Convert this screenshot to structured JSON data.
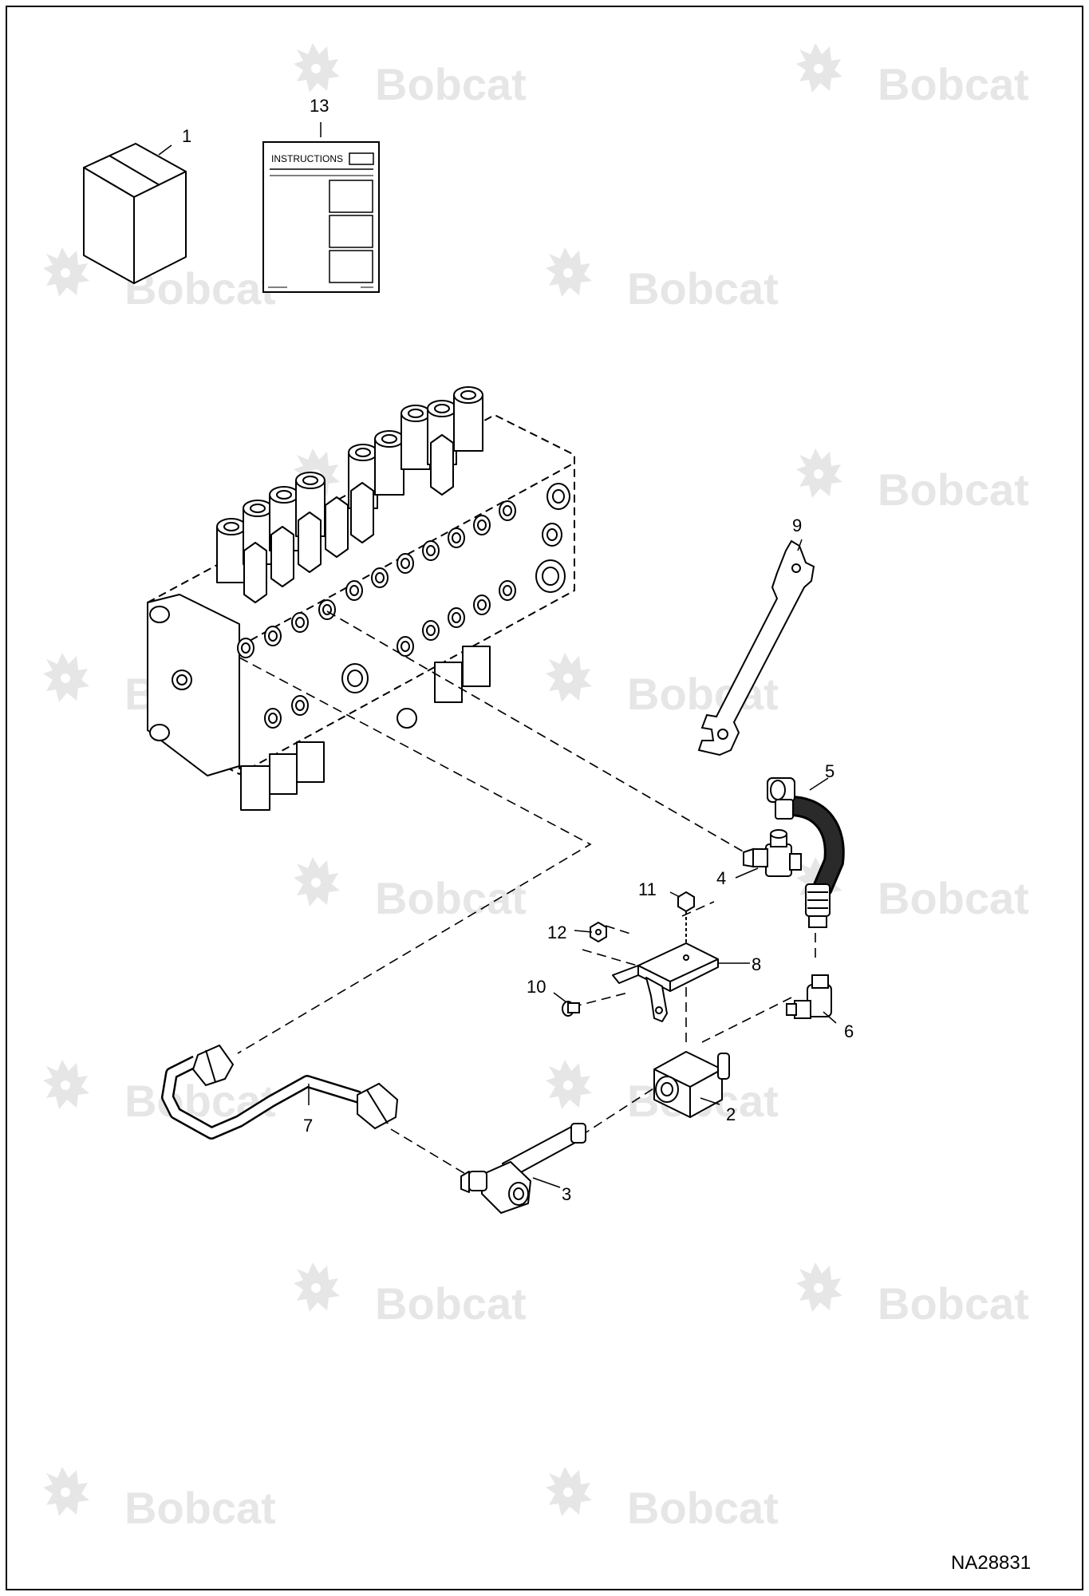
{
  "diagram": {
    "drawing_number": "NA28831",
    "instruction_sheet_title": "INSTRUCTIONS",
    "watermark_text": "Bobcat",
    "callouts": {
      "c1": "1",
      "c2": "2",
      "c3": "3",
      "c4": "4",
      "c5": "5",
      "c6": "6",
      "c7": "7",
      "c8": "8",
      "c9": "9",
      "c10": "10",
      "c11": "11",
      "c12": "12",
      "c13": "13"
    }
  }
}
